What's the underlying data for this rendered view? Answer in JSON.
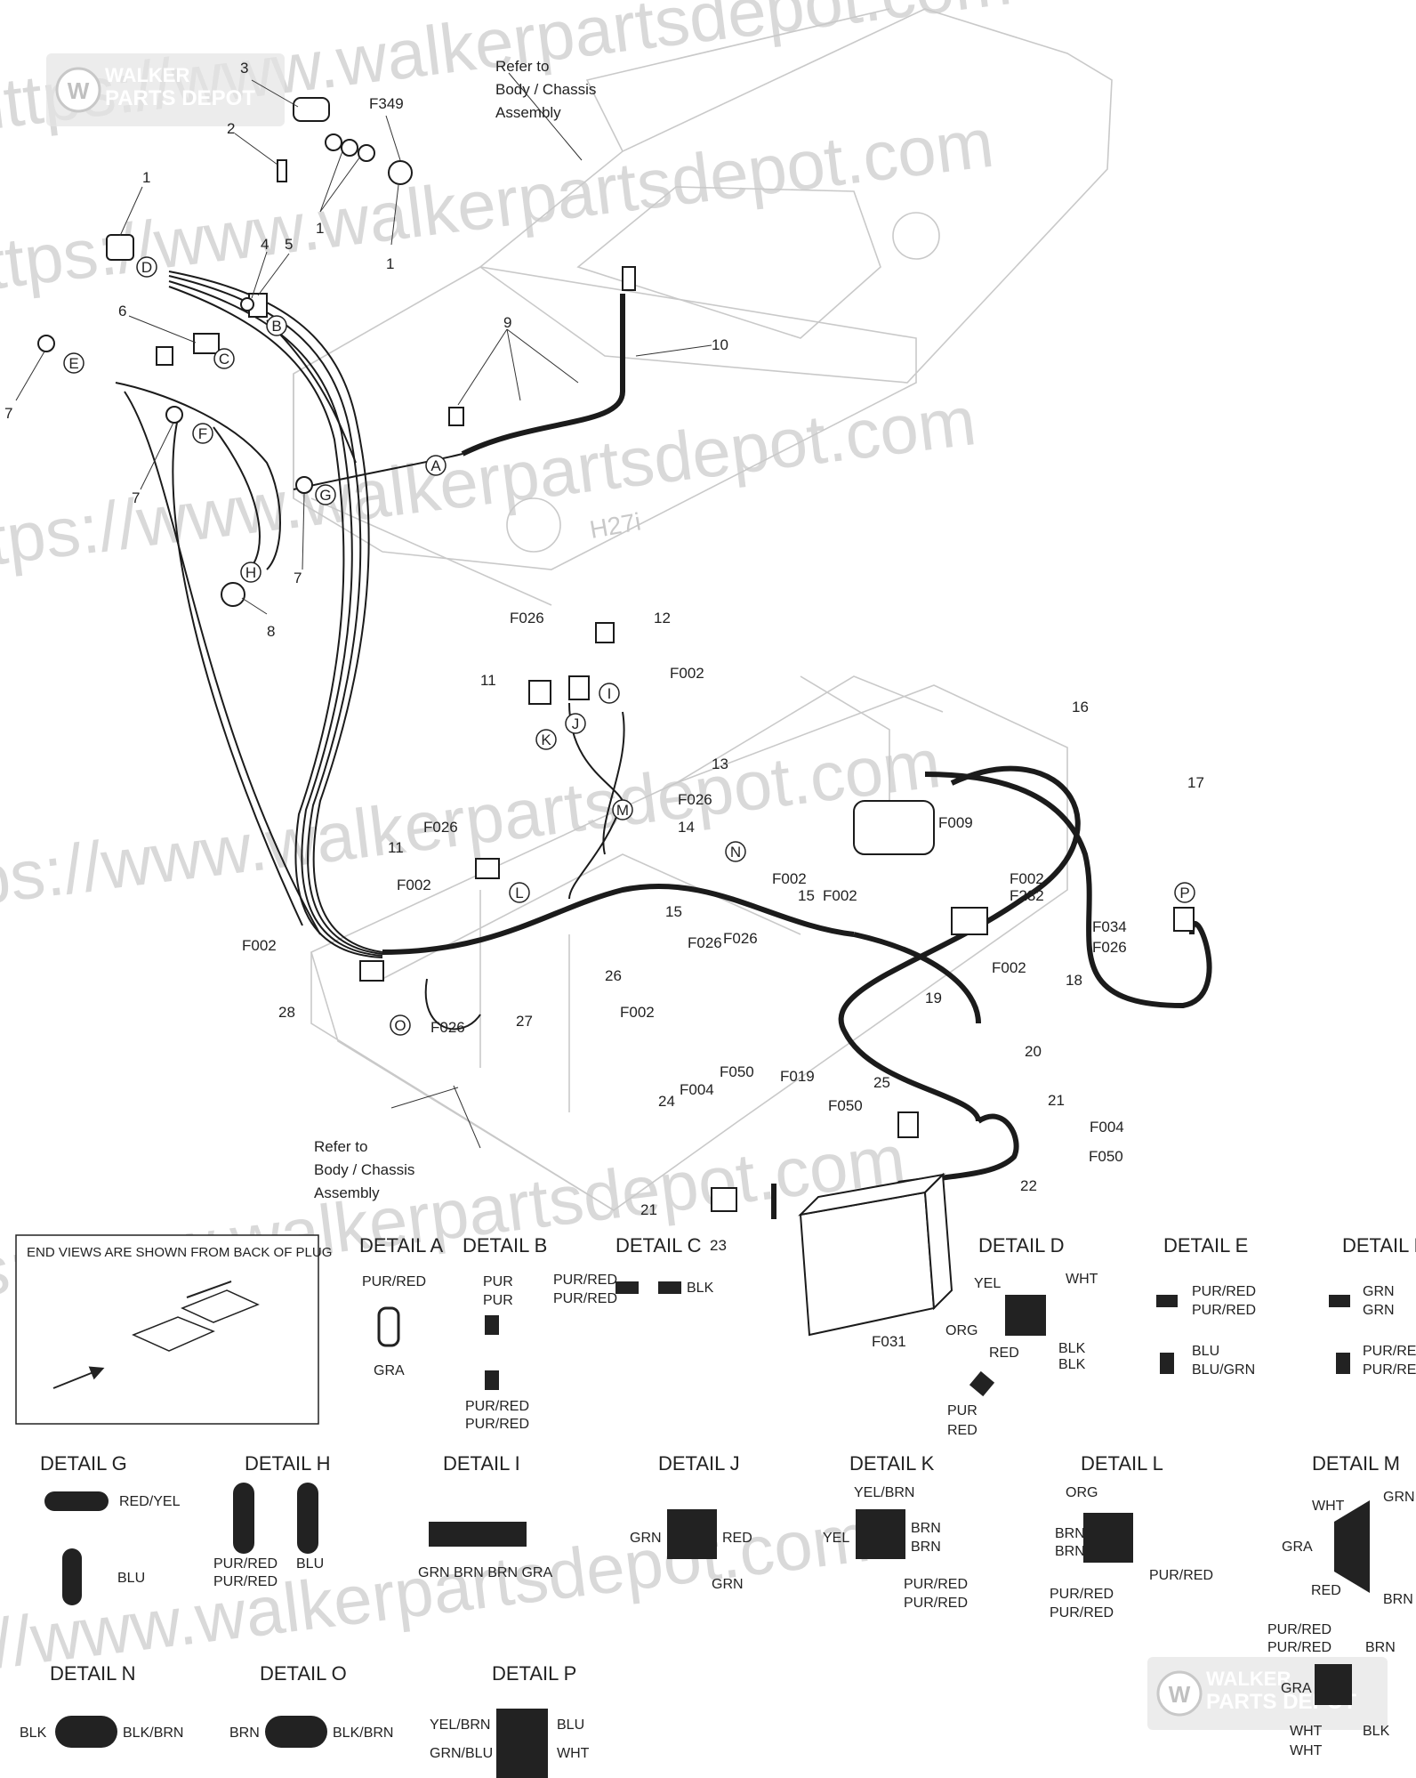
{
  "watermark": {
    "url_text": "https://www.walkerpartsdepot.com",
    "logo_line1": "WALKER",
    "logo_line2": "PARTS DEPOT"
  },
  "refs": {
    "top": [
      "Refer to",
      "Body / Chassis",
      "Assembly"
    ],
    "bottom": [
      "Refer to",
      "Body / Chassis",
      "Assembly"
    ]
  },
  "callouts": [
    "1",
    "2",
    "3",
    "4",
    "5",
    "6",
    "7",
    "8",
    "9",
    "10",
    "11",
    "12",
    "13",
    "14",
    "15",
    "16",
    "17",
    "18",
    "19",
    "20",
    "21",
    "22",
    "23",
    "24",
    "25",
    "26",
    "27",
    "28",
    "F349",
    "F026",
    "F002",
    "F009",
    "F232",
    "F034",
    "F004",
    "F050",
    "F019",
    "F031"
  ],
  "connector_letters": [
    "A",
    "B",
    "C",
    "D",
    "E",
    "F",
    "G",
    "H",
    "I",
    "J",
    "K",
    "L",
    "M",
    "N",
    "O",
    "P"
  ],
  "end_view_note": "END VIEWS ARE SHOWN FROM BACK OF PLUG",
  "details": {
    "A": {
      "title": "DETAIL A",
      "top": "PUR/RED",
      "bottom": "GRA"
    },
    "B": {
      "title": "DETAIL B",
      "top1": "PUR",
      "top2": "PUR",
      "bot1": "PUR/RED",
      "bot2": "PUR/RED"
    },
    "C": {
      "title": "DETAIL C",
      "left1": "PUR/RED",
      "left2": "PUR/RED",
      "right": "BLK"
    },
    "D": {
      "title": "DETAIL D",
      "yel": "YEL",
      "wht": "WHT",
      "org": "ORG",
      "red": "RED",
      "blk1": "BLK",
      "blk2": "BLK",
      "pur": "PUR",
      "red2": "RED"
    },
    "E": {
      "title": "DETAIL E",
      "a1": "PUR/RED",
      "a2": "PUR/RED",
      "b1": "BLU",
      "b2": "BLU/GRN"
    },
    "F": {
      "title": "DETAIL F",
      "a1": "GRN",
      "a2": "GRN",
      "b1": "PUR/RED",
      "b2": "PUR/RED"
    },
    "G": {
      "title": "DETAIL G",
      "a": "RED/YEL",
      "b": "BLU"
    },
    "H": {
      "title": "DETAIL H",
      "a1": "PUR/RED",
      "a2": "PUR/RED",
      "b": "BLU"
    },
    "I": {
      "title": "DETAIL I",
      "pins": "GRN BRN BRN GRA"
    },
    "J": {
      "title": "DETAIL J",
      "l": "GRN",
      "r": "RED",
      "b": "GRN"
    },
    "K": {
      "title": "DETAIL K",
      "t": "YEL/BRN",
      "l": "YEL",
      "r1": "BRN",
      "r2": "BRN",
      "b1": "PUR/RED",
      "b2": "PUR/RED"
    },
    "L": {
      "title": "DETAIL L",
      "t": "ORG",
      "l1": "BRN",
      "l2": "BRN",
      "r": "PUR/RED",
      "b1": "PUR/RED",
      "b2": "PUR/RED"
    },
    "M": {
      "title": "DETAIL M",
      "wht": "WHT",
      "grn": "GRN",
      "gra": "GRA",
      "red": "RED",
      "brn": "BRN"
    },
    "N": {
      "title": "DETAIL N",
      "l": "BLK",
      "r": "BLK/BRN"
    },
    "O": {
      "title": "DETAIL O",
      "l": "BRN",
      "r": "BLK/BRN"
    },
    "P": {
      "title": "DETAIL P",
      "l1": "YEL/BRN",
      "l2": "GRN/BLU",
      "r1": "BLU",
      "r2": "WHT"
    },
    "X": {
      "l1": "PUR/RED",
      "l2": "PUR/RED",
      "gra": "GRA",
      "brn": "BRN",
      "wht1": "WHT",
      "wht2": "WHT",
      "blk": "BLK"
    }
  }
}
